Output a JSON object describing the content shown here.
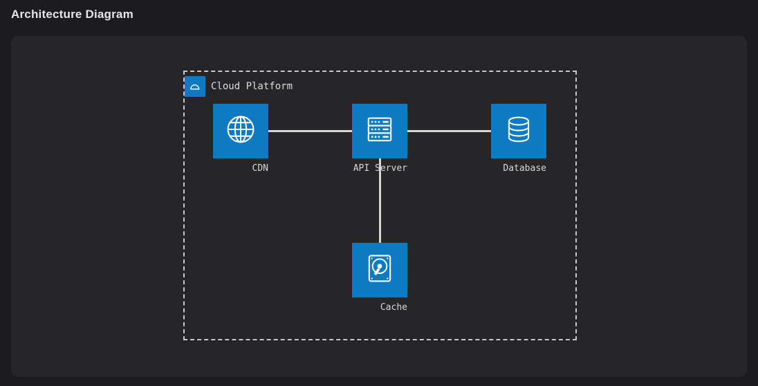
{
  "page": {
    "title": "Architecture Diagram",
    "background_color": "#1c1c1e",
    "panel_color": "#262628"
  },
  "diagram": {
    "type": "architecture",
    "accent_color": "#0e7ac2",
    "line_color": "#d6d6d6",
    "border_color": "#c9c9c9",
    "label_color": "#d8d8d8",
    "cluster": {
      "label": "Cloud Platform",
      "icon": "cloud-icon",
      "border_style": "dashed"
    },
    "nodes": [
      {
        "id": "cdn",
        "label": "CDN",
        "icon": "globe-icon"
      },
      {
        "id": "api",
        "label": "API Server",
        "icon": "server-rack-icon"
      },
      {
        "id": "database",
        "label": "Database",
        "icon": "database-cylinder-icon"
      },
      {
        "id": "cache",
        "label": "Cache",
        "icon": "hard-disk-icon"
      }
    ],
    "edges": [
      {
        "from": "cdn",
        "to": "api",
        "orientation": "horizontal"
      },
      {
        "from": "api",
        "to": "database",
        "orientation": "horizontal"
      },
      {
        "from": "api",
        "to": "cache",
        "orientation": "vertical"
      }
    ]
  }
}
